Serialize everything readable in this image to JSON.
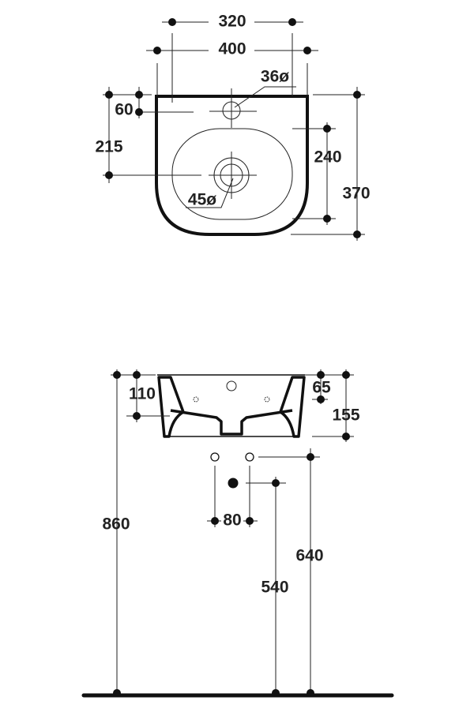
{
  "top_view": {
    "dim_width_inner": "320",
    "dim_width_overall": "400",
    "dim_tap_hole": "36ø",
    "dim_tap_offset": "60",
    "dim_drain_offset": "215",
    "dim_bowl_depth": "240",
    "dim_overall_depth": "370",
    "dim_drain": "45ø"
  },
  "side_view": {
    "dim_overall_height_floor": "860",
    "dim_inner_depth": "110",
    "dim_overflow": "65",
    "dim_height": "155",
    "dim_supply_spacing": "80",
    "dim_waste_height": "540",
    "dim_supply_height": "640"
  }
}
